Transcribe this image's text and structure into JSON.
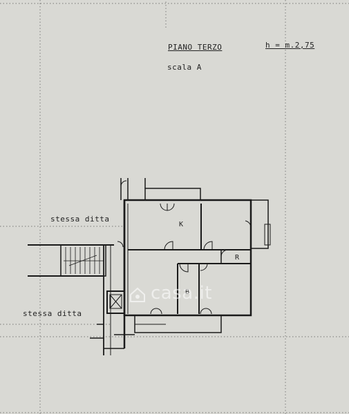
{
  "header": {
    "floor_label": "PIANO  TERZO",
    "height_label": "h = m.2,75",
    "stair_label": "scala A"
  },
  "neighbors": {
    "north_label": "stessa ditta",
    "south_label": "stessa ditta"
  },
  "rooms": {
    "kitchen": "K",
    "storage": "R",
    "bathroom": "B"
  },
  "watermark": {
    "text": "casa.it",
    "icon": "house-icon"
  },
  "colors": {
    "paper": "#d9d9d4",
    "ink": "#222222",
    "watermark": "#ffffff"
  }
}
